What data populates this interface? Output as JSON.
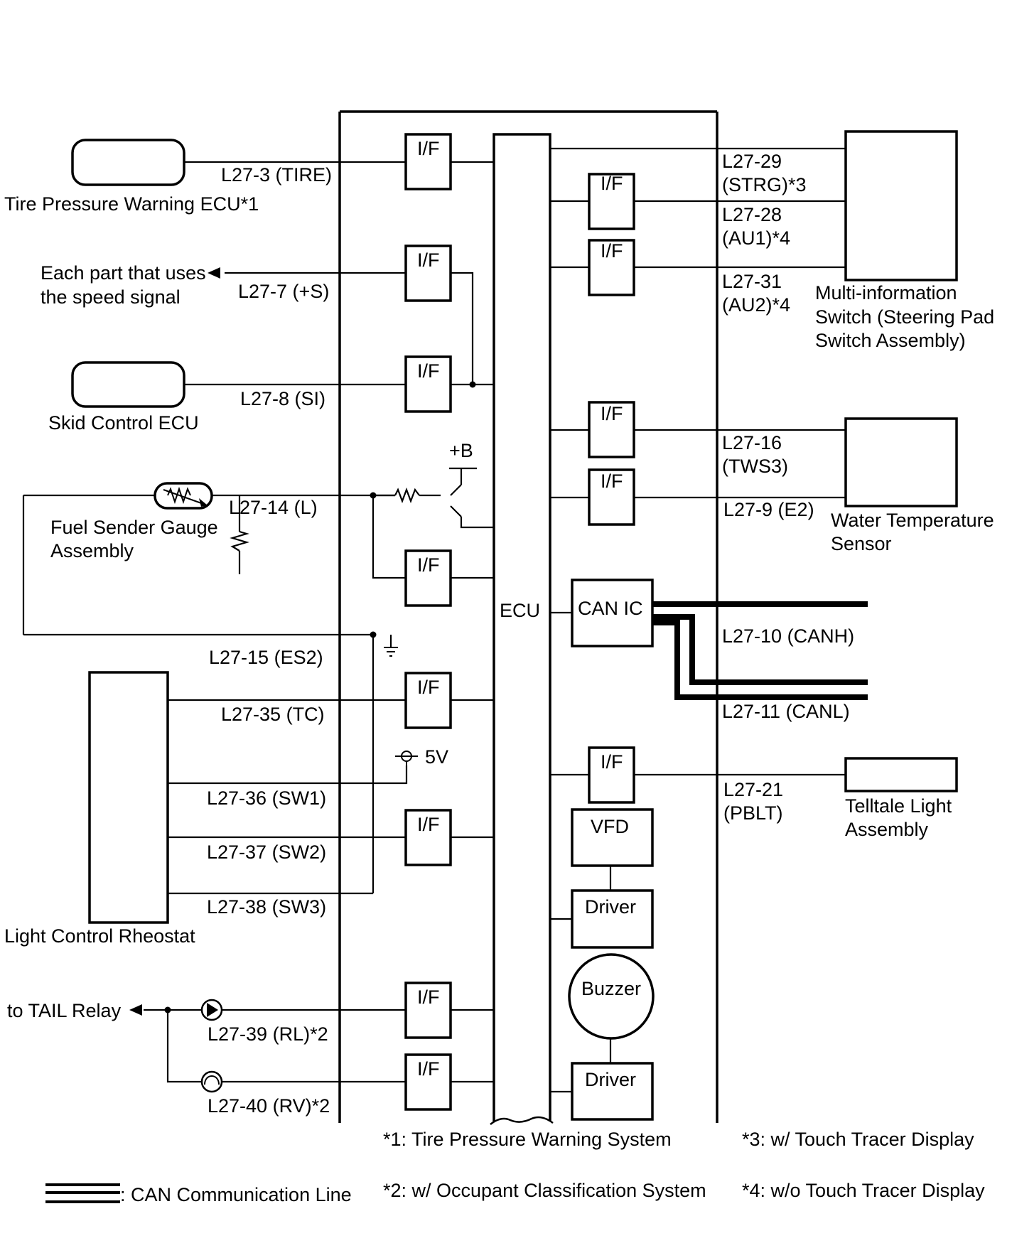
{
  "components": {
    "tire_ecu": "Tire Pressure Warning ECU*1",
    "speed_parts_1": "Each part that uses",
    "speed_parts_2": "the speed signal",
    "skid_ecu": "Skid Control ECU",
    "fuel_sender_1": "Fuel Sender Gauge",
    "fuel_sender_2": "Assembly",
    "rheostat": "Light Control Rheostat",
    "tail_relay": "to TAIL Relay",
    "multi_switch_1": "Multi-information",
    "multi_switch_2": "Switch (Steering Pad",
    "multi_switch_3": "Switch Assembly)",
    "water_sensor_1": "Water Temperature",
    "water_sensor_2": "Sensor",
    "telltale_1": "Telltale Light",
    "telltale_2": "Assembly"
  },
  "internal": {
    "interface": "I/F",
    "ecu": "ECU",
    "can_ic": "CAN IC",
    "vfd": "VFD",
    "driver": "Driver",
    "buzzer": "Buzzer",
    "plus_b": "+B",
    "five_v": "5V"
  },
  "terminals": {
    "tire": "L27-3 (TIRE)",
    "speed": "L27-7 (+S)",
    "si": "L27-8 (SI)",
    "fuel_l": "L27-14 (L)",
    "es2": "L27-15 (ES2)",
    "tc": "L27-35 (TC)",
    "sw1": "L27-36 (SW1)",
    "sw2": "L27-37 (SW2)",
    "sw3": "L27-38 (SW3)",
    "rl": "L27-39 (RL)*2",
    "rv": "L27-40 (RV)*2",
    "strg_1": "L27-29",
    "strg_2": "(STRG)*3",
    "au1_1": "L27-28",
    "au1_2": "(AU1)*4",
    "au2_1": "L27-31",
    "au2_2": "(AU2)*4",
    "tws3_1": "L27-16",
    "tws3_2": "(TWS3)",
    "e2": "L27-9 (E2)",
    "canh": "L27-10 (CANH)",
    "canl": "L27-11 (CANL)",
    "pblt_1": "L27-21",
    "pblt_2": "(PBLT)"
  },
  "notes": {
    "n1": "*1: Tire Pressure Warning System",
    "n2": "*2: w/ Occupant Classification System",
    "n3": "*3: w/ Touch Tracer Display",
    "n4": "*4: w/o Touch Tracer Display"
  },
  "legend": {
    "can_line": ": CAN Communication Line"
  }
}
